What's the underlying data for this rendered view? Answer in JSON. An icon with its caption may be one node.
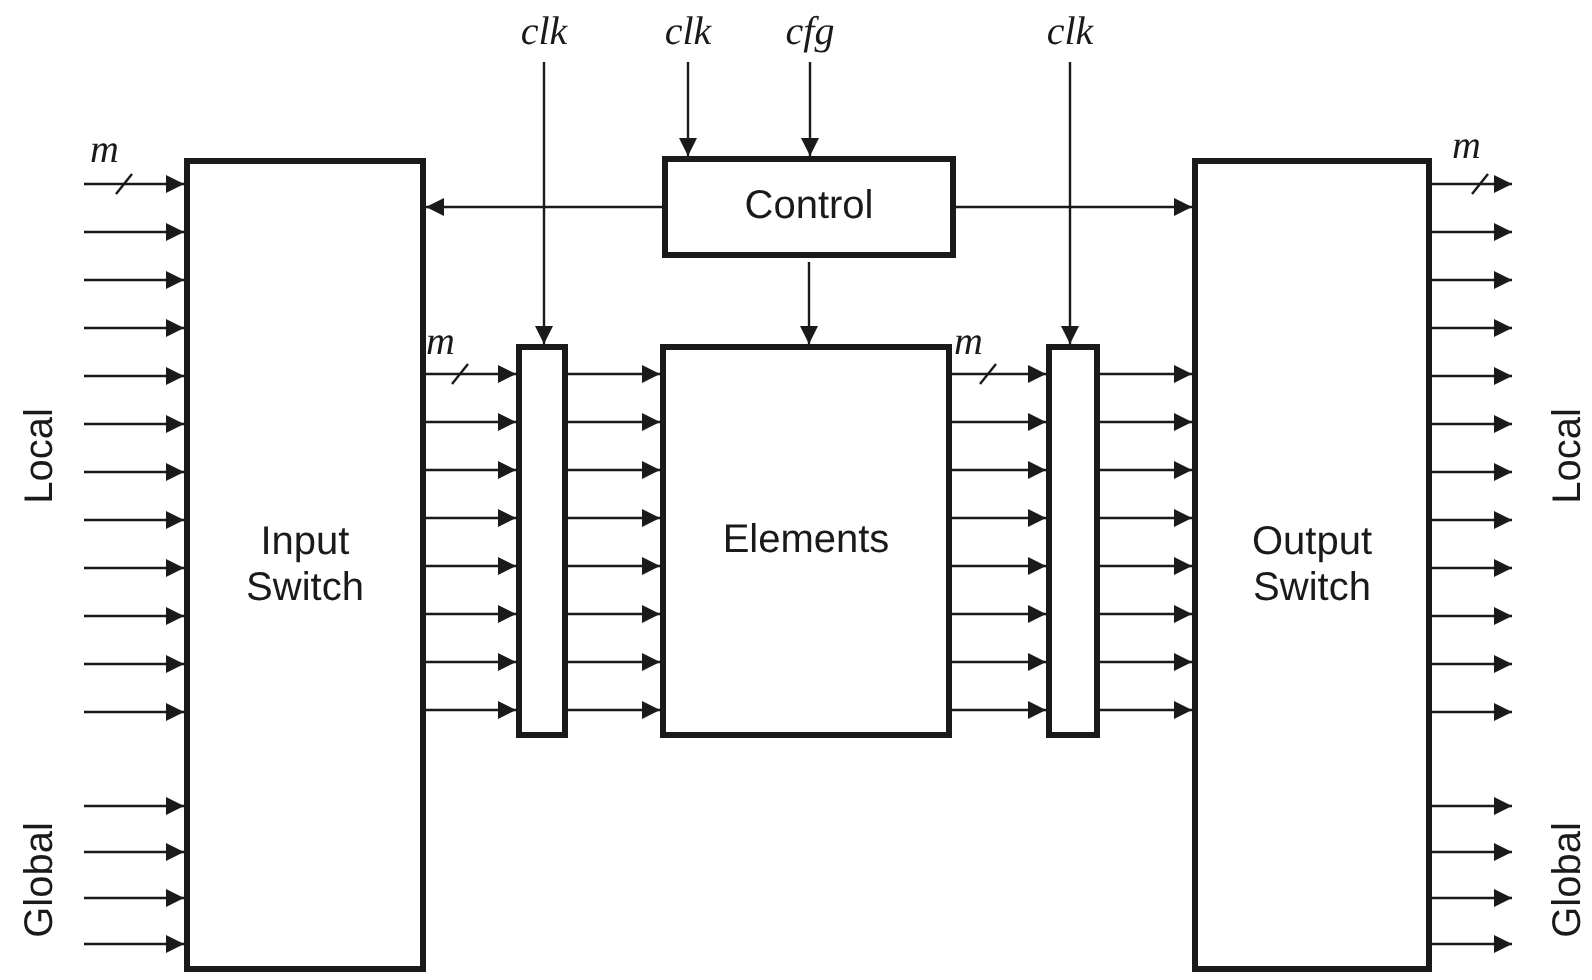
{
  "diagram": {
    "nodes": [
      {
        "text": [
          "Input Switch"
        ]
      },
      {
        "text": [
          "Control"
        ]
      },
      {
        "text": [],
        "shape": "bar"
      },
      {
        "text": [
          "Elements"
        ]
      },
      {
        "text": [],
        "shape": "bar"
      },
      {
        "text": [
          "Output Switch"
        ]
      },
      {
        "text": [
          "clk"
        ]
      },
      {
        "text": [
          "clk"
        ]
      },
      {
        "text": [
          "cfg"
        ]
      },
      {
        "text": [
          "clk"
        ]
      }
    ],
    "edges": [
      {
        "from": null,
        "to": 0,
        "arrow": "to"
      },
      {
        "from": null,
        "to": 0,
        "arrow": "to"
      },
      {
        "from": null,
        "to": 0,
        "arrow": "to"
      },
      {
        "from": null,
        "to": 0,
        "arrow": "to"
      },
      {
        "from": null,
        "to": 0,
        "arrow": "to"
      },
      {
        "from": null,
        "to": 0,
        "arrow": "to"
      },
      {
        "from": null,
        "to": 0,
        "arrow": "to"
      },
      {
        "from": null,
        "to": 0,
        "arrow": "to"
      },
      {
        "from": null,
        "to": 0,
        "arrow": "to"
      },
      {
        "from": null,
        "to": 0,
        "arrow": "to"
      },
      {
        "from": null,
        "to": 0,
        "arrow": "to"
      },
      {
        "from": null,
        "to": 0,
        "arrow": "to"
      },
      {
        "from": null,
        "to": 0,
        "arrow": "to"
      },
      {
        "from": null,
        "to": 0,
        "arrow": "to"
      },
      {
        "from": null,
        "to": 0,
        "arrow": "to"
      },
      {
        "from": null,
        "to": 0,
        "arrow": "to"
      },
      {
        "from": 0,
        "to": 2,
        "arrow": "to"
      },
      {
        "from": 0,
        "to": 2,
        "arrow": "to"
      },
      {
        "from": 0,
        "to": 2,
        "arrow": "to"
      },
      {
        "from": 0,
        "to": 2,
        "arrow": "to"
      },
      {
        "from": 0,
        "to": 2,
        "arrow": "to"
      },
      {
        "from": 0,
        "to": 2,
        "arrow": "to"
      },
      {
        "from": 0,
        "to": 2,
        "arrow": "to"
      },
      {
        "from": 0,
        "to": 2,
        "arrow": "to"
      },
      {
        "from": 2,
        "to": 3,
        "arrow": "to"
      },
      {
        "from": 2,
        "to": 3,
        "arrow": "to"
      },
      {
        "from": 2,
        "to": 3,
        "arrow": "to"
      },
      {
        "from": 2,
        "to": 3,
        "arrow": "to"
      },
      {
        "from": 2,
        "to": 3,
        "arrow": "to"
      },
      {
        "from": 2,
        "to": 3,
        "arrow": "to"
      },
      {
        "from": 2,
        "to": 3,
        "arrow": "to"
      },
      {
        "from": 2,
        "to": 3,
        "arrow": "to"
      },
      {
        "from": 3,
        "to": 4,
        "arrow": "to"
      },
      {
        "from": 3,
        "to": 4,
        "arrow": "to"
      },
      {
        "from": 3,
        "to": 4,
        "arrow": "to"
      },
      {
        "from": 3,
        "to": 4,
        "arrow": "to"
      },
      {
        "from": 3,
        "to": 4,
        "arrow": "to"
      },
      {
        "from": 3,
        "to": 4,
        "arrow": "to"
      },
      {
        "from": 3,
        "to": 4,
        "arrow": "to"
      },
      {
        "from": 3,
        "to": 4,
        "arrow": "to"
      },
      {
        "from": 4,
        "to": 5,
        "arrow": "to"
      },
      {
        "from": 4,
        "to": 5,
        "arrow": "to"
      },
      {
        "from": 4,
        "to": 5,
        "arrow": "to"
      },
      {
        "from": 4,
        "to": 5,
        "arrow": "to"
      },
      {
        "from": 4,
        "to": 5,
        "arrow": "to"
      },
      {
        "from": 4,
        "to": 5,
        "arrow": "to"
      },
      {
        "from": 4,
        "to": 5,
        "arrow": "to"
      },
      {
        "from": 4,
        "to": 5,
        "arrow": "to"
      },
      {
        "from": 5,
        "to": null,
        "arrow": "to"
      },
      {
        "from": 5,
        "to": null,
        "arrow": "to"
      },
      {
        "from": 5,
        "to": null,
        "arrow": "to"
      },
      {
        "from": 5,
        "to": null,
        "arrow": "to"
      },
      {
        "from": 5,
        "to": null,
        "arrow": "to"
      },
      {
        "from": 5,
        "to": null,
        "arrow": "to"
      },
      {
        "from": 5,
        "to": null,
        "arrow": "to"
      },
      {
        "from": 5,
        "to": null,
        "arrow": "to"
      },
      {
        "from": 5,
        "to": null,
        "arrow": "to"
      },
      {
        "from": 5,
        "to": null,
        "arrow": "to"
      },
      {
        "from": 5,
        "to": null,
        "arrow": "to"
      },
      {
        "from": 5,
        "to": null,
        "arrow": "to"
      },
      {
        "from": 5,
        "to": null,
        "arrow": "to"
      },
      {
        "from": 5,
        "to": null,
        "arrow": "to"
      },
      {
        "from": 5,
        "to": null,
        "arrow": "to"
      },
      {
        "from": 5,
        "to": null,
        "arrow": "to"
      },
      {
        "from": 1,
        "to": 0,
        "arrow": "to"
      },
      {
        "from": 1,
        "to": 5,
        "arrow": "to"
      },
      {
        "from": 1,
        "to": 3,
        "arrow": "to"
      },
      {
        "from": 6,
        "to": 2,
        "arrow": "to"
      },
      {
        "from": 7,
        "to": 1,
        "arrow": "to"
      },
      {
        "from": 8,
        "to": 1,
        "arrow": "to"
      },
      {
        "from": 9,
        "to": 4,
        "arrow": "to"
      }
    ],
    "labels": [
      "m",
      "m",
      "m",
      "m",
      "Local",
      "Local",
      "Global",
      "Global"
    ]
  }
}
